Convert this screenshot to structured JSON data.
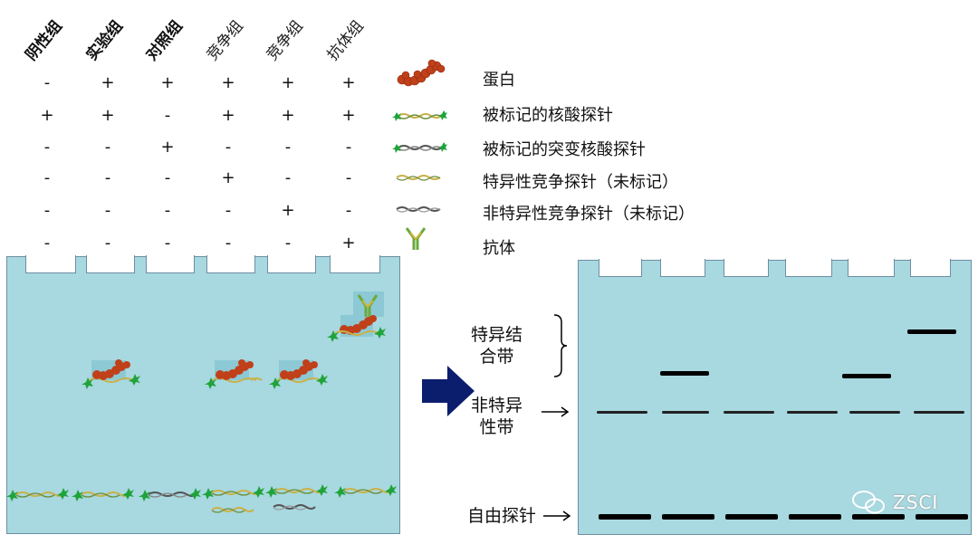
{
  "headers": [
    "阴性组",
    "实验组",
    "对照组",
    "竞争组",
    "竞争组",
    "抗体组"
  ],
  "rows": [
    {
      "signs": [
        "-",
        "+",
        "+",
        "+",
        "+",
        "+"
      ],
      "label": "蛋白",
      "icon": "protein-icon"
    },
    {
      "signs": [
        "+",
        "+",
        "-",
        "+",
        "+",
        "+"
      ],
      "label": "被标记的核酸探针",
      "icon": "labeled-probe-icon"
    },
    {
      "signs": [
        "-",
        "-",
        "+",
        "-",
        "-",
        "-"
      ],
      "label": "被标记的突变核酸探针",
      "icon": "mutant-probe-icon"
    },
    {
      "signs": [
        "-",
        "-",
        "-",
        "+",
        "-",
        "-"
      ],
      "label": "特异性竞争探针（未标记）",
      "icon": "specific-competitor-icon"
    },
    {
      "signs": [
        "-",
        "-",
        "-",
        "-",
        "+",
        "-"
      ],
      "label": "非特异性竞争探针（未标记）",
      "icon": "nonspecific-competitor-icon"
    },
    {
      "signs": [
        "-",
        "-",
        "-",
        "-",
        "-",
        "+"
      ],
      "label": "抗体",
      "icon": "antibody-icon"
    }
  ],
  "right_labels": {
    "specific_l1": "特异结",
    "specific_l2": "合带",
    "nonspecific_l1": "非特异",
    "nonspecific_l2": "性带",
    "free_probe": "自由探针"
  },
  "watermark": "ZSCI",
  "colors": {
    "gel": "#a8d8e0",
    "gel_border": "#6d8fa3",
    "protein": "#c0401a",
    "probe_label": "#1fa33a",
    "arrow": "#0b1e6e"
  }
}
